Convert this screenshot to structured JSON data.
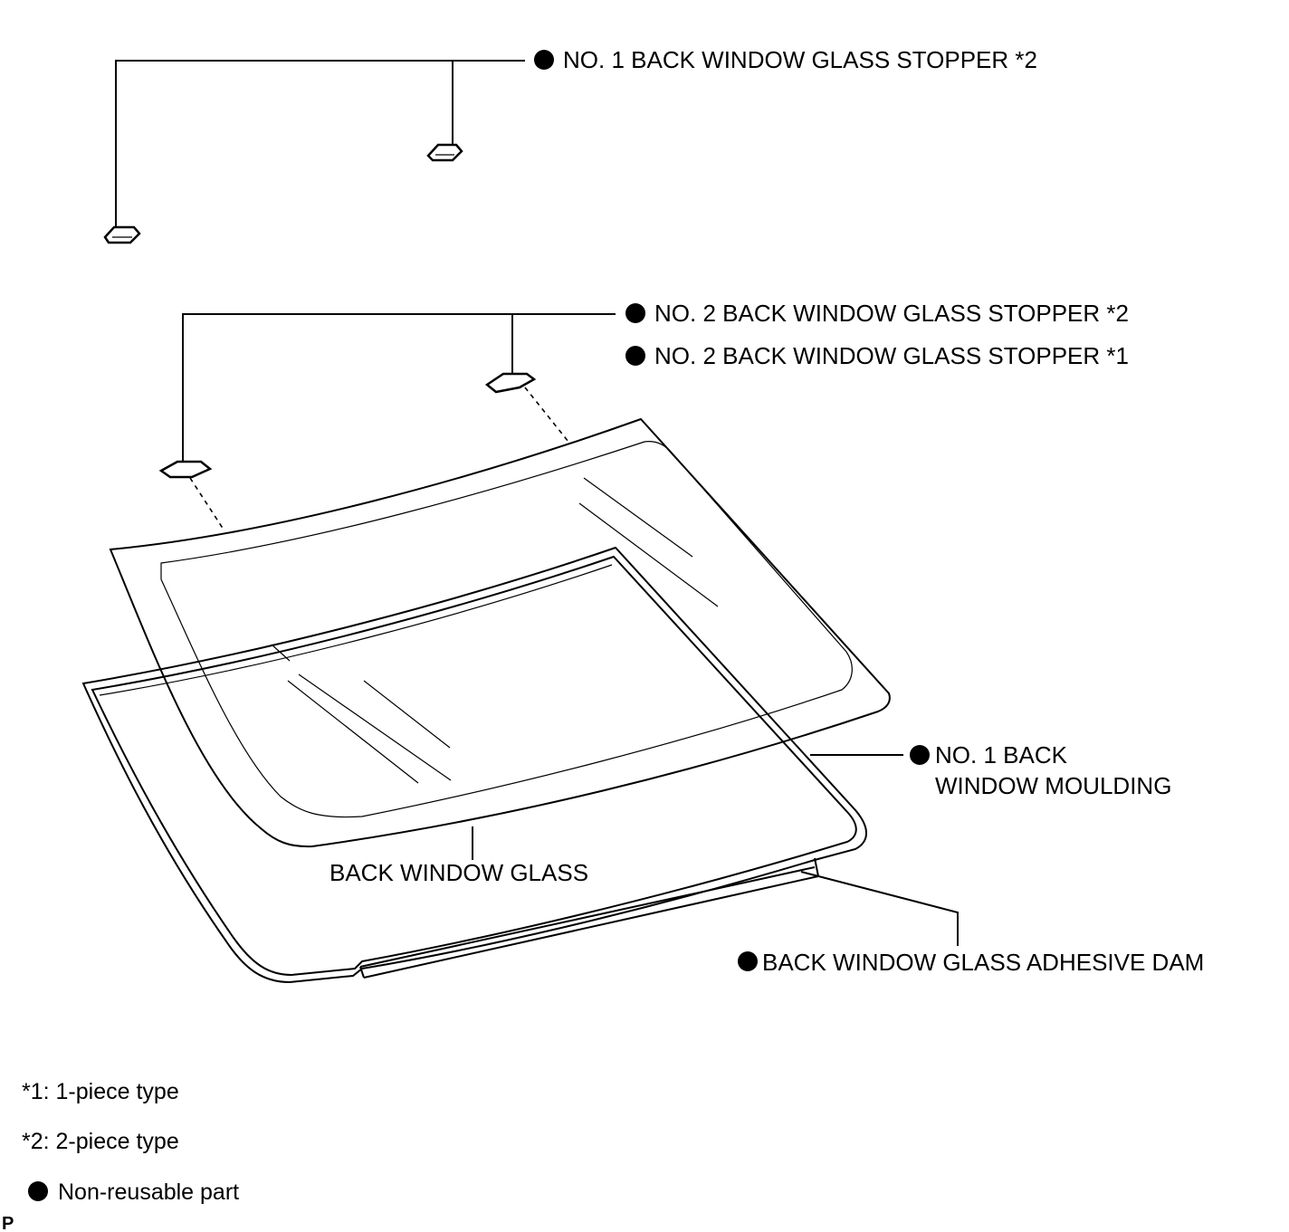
{
  "labels": {
    "no1_stopper_2": "NO. 1 BACK WINDOW GLASS STOPPER *2",
    "no2_stopper_2": "NO. 2 BACK WINDOW GLASS STOPPER *2",
    "no2_stopper_1": "NO. 2 BACK WINDOW GLASS STOPPER *1",
    "moulding_line1": "NO. 1 BACK",
    "moulding_line2": "WINDOW MOULDING",
    "glass": "BACK WINDOW GLASS",
    "adhesive_dam": "BACK WINDOW GLASS ADHESIVE DAM"
  },
  "legend": {
    "note1": "*1: 1-piece type",
    "note2": "*2: 2-piece type",
    "non_reusable": "Non-reusable part"
  },
  "figure_code": "P",
  "icons": {
    "non_reusable_marker": "filled-circle-icon"
  },
  "colors": {
    "ink": "#000000",
    "paper": "#ffffff"
  }
}
